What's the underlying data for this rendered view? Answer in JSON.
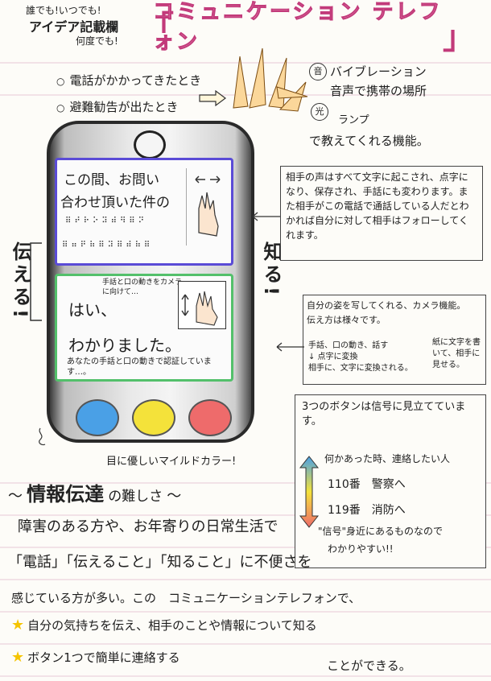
{
  "header": {
    "corner_line1": "誰でも!いつでも!",
    "corner_title": "アイデア記載欄",
    "corner_line3": "何度でも!",
    "title": "コミュニケーション テレフォン"
  },
  "features": {
    "trigger1": "電話がかかってきたとき",
    "trigger2": "避難勧告が出たとき",
    "notify_line1": "バイブレーション",
    "notify_line2": "音声で携帯の場所",
    "notify_line3": "ランプ",
    "notify_line4": "で教えてくれる機能。",
    "icon_sound_label": "音",
    "icon_light_label": "光"
  },
  "phone": {
    "screen1_line1": "この間、お問い",
    "screen1_line2": "合わせ頂いた件の",
    "screen2_note": "手話と口の動きをカメラに向けて…",
    "screen2_line1": "はい、",
    "screen2_line2": "わかりました。",
    "screen2_footer": "あなたの手話と口の動きで認証しています…。",
    "button_colors": [
      "#4aa0e6",
      "#f4e23a",
      "#ee6b6b"
    ],
    "caption": "目に優しいマイルドカラー!"
  },
  "side": {
    "left_vertical": "伝える!",
    "right_vertical": "知る!"
  },
  "notes": {
    "know_box": "相手の声はすべて文字に起こされ、点字になり、保存され、手話にも変わります。また相手がこの電話で通話している人だとわかれば自分に対して相手はフォローしてくれます。",
    "tell_box_line1": "自分の姿を写してくれる、カメラ機能。",
    "tell_box_line2": "伝え方は様々です。",
    "tell_box_col1_a": "手話、口の動き、話す",
    "tell_box_col1_b": "↓ 点字に変換",
    "tell_box_col1_c": "相手に、文字に変換される。",
    "tell_box_col2": "紙に文字を書いて、相手に見せる。",
    "button_box_title": "3つのボタンは信号に見立てています。",
    "button_box_line1": "何かあった時、連絡したい人",
    "button_box_line2": "110番　警察へ",
    "button_box_line3": "119番　消防へ",
    "button_box_line4": "\"信号\"身近にあるものなので",
    "button_box_line5": "わかりやすい!!"
  },
  "essay": {
    "heading": "情報伝達",
    "heading_suffix": "の難しさ",
    "line1": "障害のある方や、お年寄りの日常生活で",
    "line2": "「電話」「伝えること」「知ること」に不便さを",
    "line3": "感じている方が多い。この　コミュニケーションテレフォンで、",
    "bullet1": "自分の気持ちを伝え、相手のことや情報について知る",
    "bullet2": "ボタン1つで簡単に連絡する",
    "ending": "ことができる。"
  }
}
